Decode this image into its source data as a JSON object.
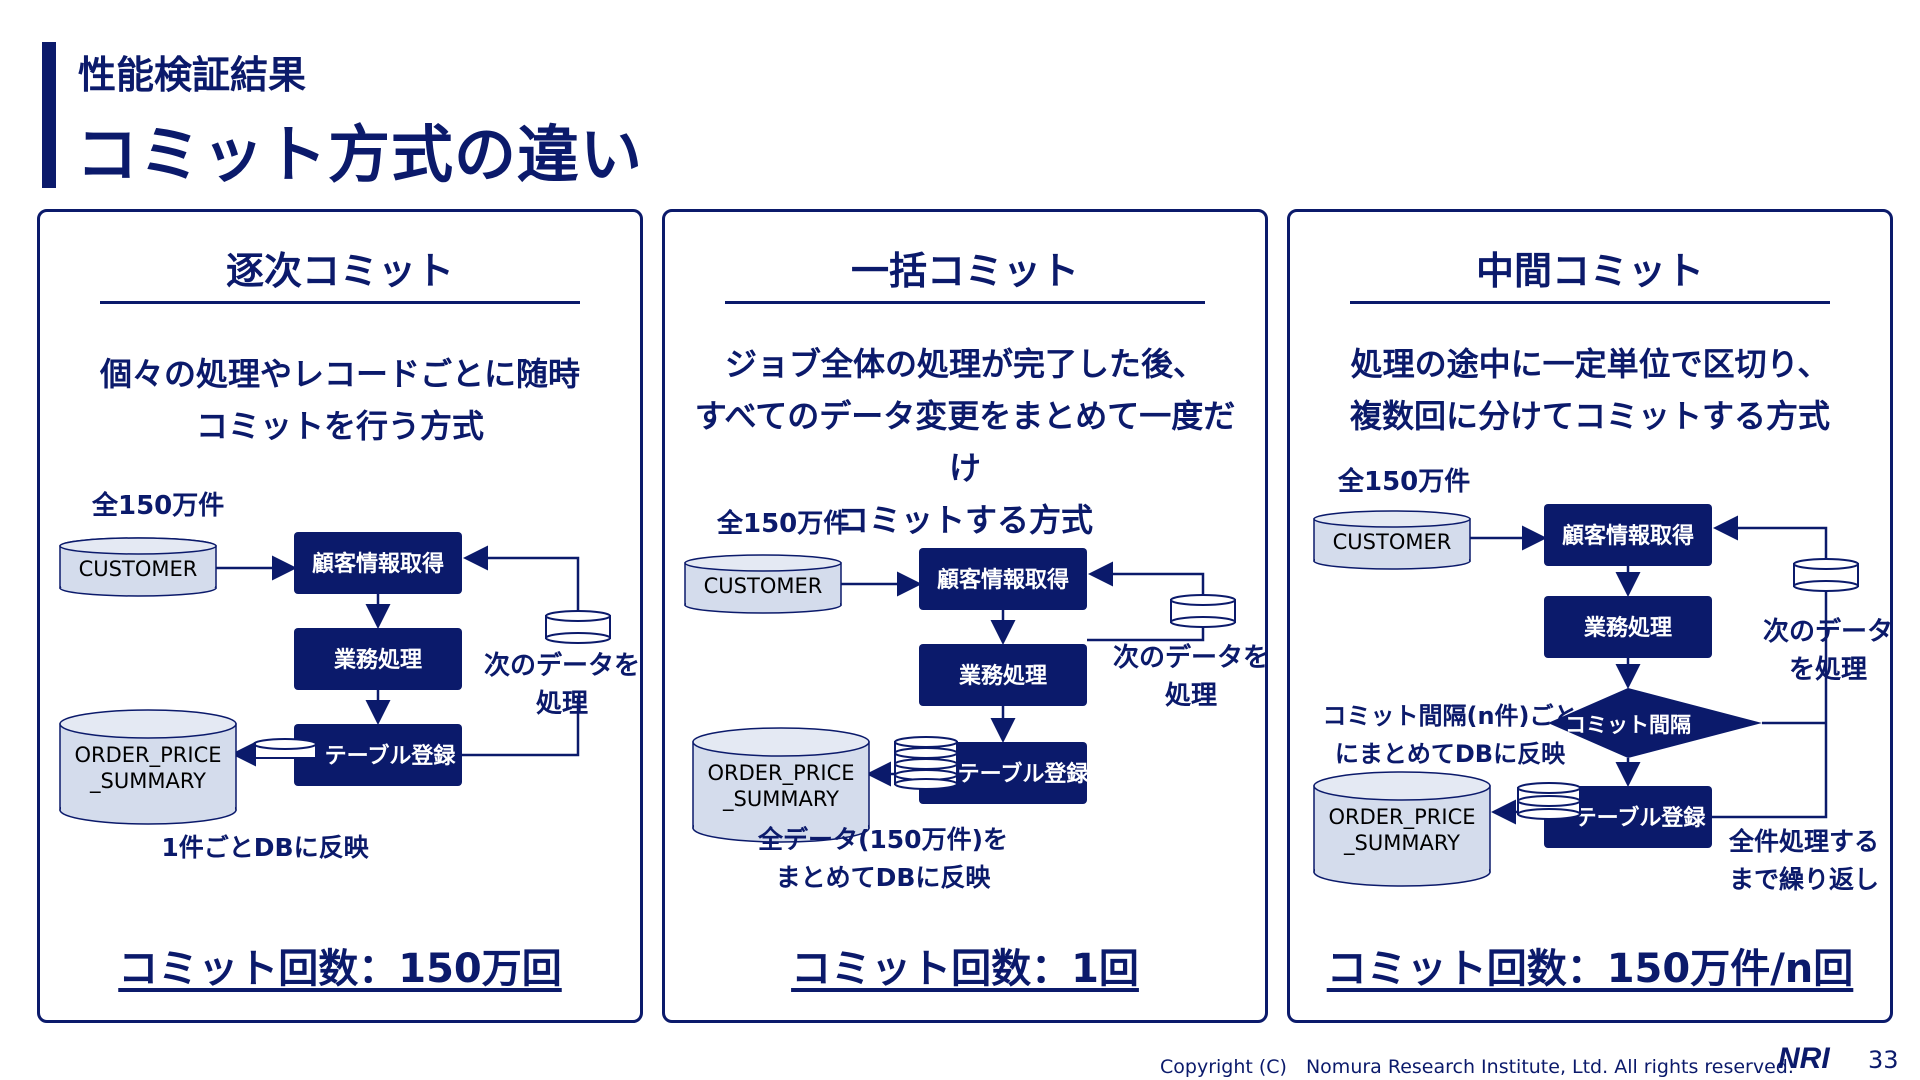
{
  "header": {
    "supertitle": "性能検証結果",
    "title": "コミット方式の違い"
  },
  "panels": [
    {
      "heading": "逐次コミット",
      "desc": [
        "個々の処理やレコードごとに随時",
        "コミットを行う方式"
      ],
      "count_label": "全150万件",
      "source_db": "CUSTOMER",
      "step1": "顧客情報取得",
      "step2": "業務処理",
      "step3": "テーブル登録",
      "loop_label": [
        "次のデータを",
        "処理"
      ],
      "target_db": [
        "ORDER_PRICE",
        "_SUMMARY"
      ],
      "note": [
        "1件ごとDBに反映"
      ],
      "commit_count": "コミット回数：150万回"
    },
    {
      "heading": "一括コミット",
      "desc": [
        "ジョブ全体の処理が完了した後、",
        "すべてのデータ変更をまとめて一度だけ",
        "コミットする方式"
      ],
      "count_label": "全150万件",
      "source_db": "CUSTOMER",
      "step1": "顧客情報取得",
      "step2": "業務処理",
      "step3": "テーブル登録",
      "loop_label": [
        "次のデータを",
        "処理"
      ],
      "target_db": [
        "ORDER_PRICE",
        "_SUMMARY"
      ],
      "note": [
        "全データ(150万件)を",
        "まとめてDBに反映"
      ],
      "commit_count": "コミット回数：1回"
    },
    {
      "heading": "中間コミット",
      "desc": [
        "処理の途中に一定単位で区切り、",
        "複数回に分けてコミットする方式"
      ],
      "count_label": "全150万件",
      "source_db": "CUSTOMER",
      "step1": "顧客情報取得",
      "step2": "業務処理",
      "decision": "コミット間隔",
      "step3": "テーブル登録",
      "loop_label": [
        "次のデータ",
        "を処理"
      ],
      "decision_note": [
        "コミット間隔(n件)ごと",
        "にまとめてDBに反映"
      ],
      "repeat_note": [
        "全件処理する",
        "まで繰り返し"
      ],
      "target_db": [
        "ORDER_PRICE",
        "_SUMMARY"
      ],
      "commit_count": "コミット回数：150万件/n回"
    }
  ],
  "footer": {
    "copyright": "Copyright (C)　Nomura Research Institute, Ltd. All rights reserved.",
    "logo": "NRI",
    "page": "33"
  },
  "colors": {
    "navy": "#0b1a6b",
    "db_fill": "#d4dcec",
    "box_fill": "#0b1a6b"
  }
}
